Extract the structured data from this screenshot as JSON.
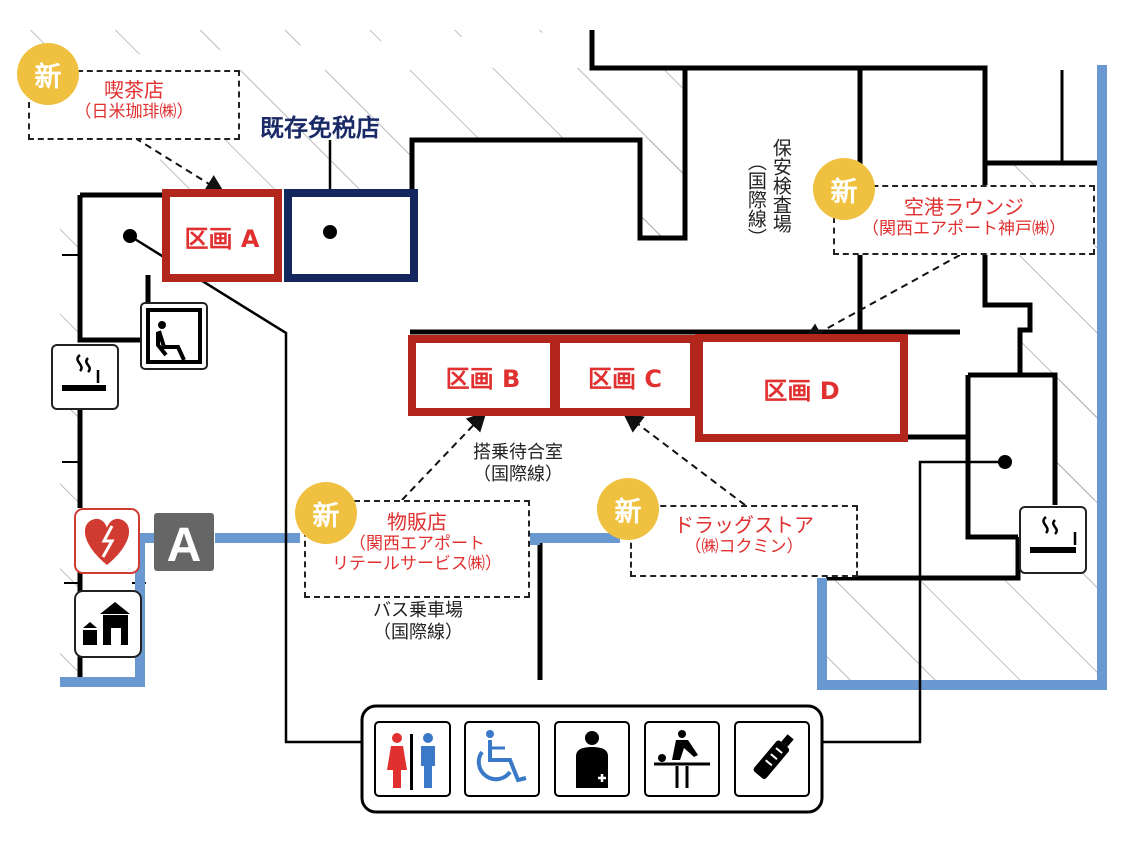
{
  "map": {
    "colors": {
      "wall": "#000000",
      "new_zone": "#b3261e",
      "existing_zone": "#13275e",
      "exterior_wall": "#6a98d0",
      "new_badge": "#f0c040",
      "callout_text": "#e03030",
      "hatch": "#999999"
    },
    "new_badge_label": "新",
    "zones": [
      {
        "id": "A",
        "label": "区画 A",
        "status": "new"
      },
      {
        "id": "B",
        "label": "区画 B",
        "status": "new"
      },
      {
        "id": "C",
        "label": "区画 C",
        "status": "new"
      },
      {
        "id": "D",
        "label": "区画 D",
        "status": "new"
      }
    ],
    "existing_shop": {
      "label": "既存免税店"
    },
    "callouts": [
      {
        "target_zone": "A",
        "title": "喫茶店",
        "subtitle_lines": [
          "（日米珈琲㈱）"
        ]
      },
      {
        "target_zone": "D",
        "title": "空港ラウンジ",
        "subtitle_lines": [
          "（関西エアポート神戸㈱）"
        ]
      },
      {
        "target_zone": "B",
        "title": "物販店",
        "subtitle_lines": [
          "（関西エアポート",
          "リテールサービス㈱）"
        ]
      },
      {
        "target_zone": "C",
        "title": "ドラッグストア",
        "subtitle_lines": [
          "（㈱コクミン）"
        ]
      }
    ],
    "areas": {
      "security": {
        "line1": "保安検査場",
        "line2": "（国際線）"
      },
      "boarding_lounge": {
        "line1": "搭乗待合室",
        "line2": "（国際線）"
      },
      "bus_boarding": {
        "line1": "バス乗車場",
        "line2": "（国際線）"
      }
    },
    "gate_label": "A",
    "facility_icons": [
      "smoking-area-icon",
      "waiting-lounge-icon",
      "aed-icon",
      "kids-area-icon",
      "smoking-area-icon"
    ],
    "restroom_icons": [
      "restroom-icon",
      "accessible-restroom-icon",
      "first-aid-room-icon",
      "baby-changing-icon",
      "nursing-room-icon"
    ]
  }
}
